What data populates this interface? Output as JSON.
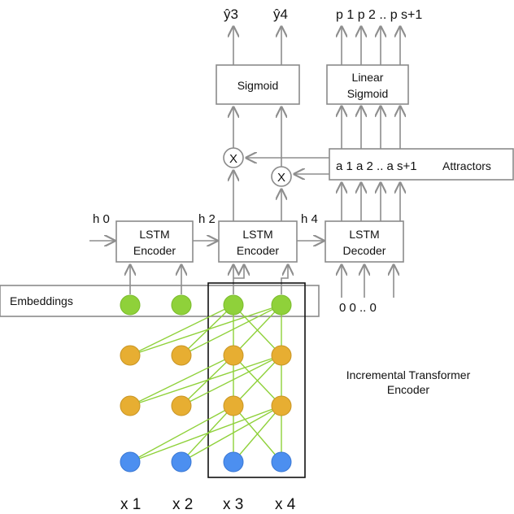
{
  "labels": {
    "y3": "ŷ3",
    "y4": "ŷ4",
    "p": "p 1 p 2 .. p s+1",
    "sigmoid": "Sigmoid",
    "linear_sigmoid_1": "Linear",
    "linear_sigmoid_2": "Sigmoid",
    "multiply": "X",
    "attractor_values": "a 1 a 2 .. a s+1",
    "attractors": "Attractors",
    "h0": "h 0",
    "h2": "h 2",
    "h4": "h 4",
    "lstm_encoder_1": "LSTM",
    "lstm_encoder_2": "Encoder",
    "lstm_decoder_1": "LSTM",
    "lstm_decoder_2": "Decoder",
    "embeddings": "Embeddings",
    "zeros": "0   0  ..  0",
    "transformer_1": "Incremental Transformer",
    "transformer_2": "Encoder",
    "x1": "x 1",
    "x2": "x 2",
    "x3": "x 3",
    "x4": "x 4"
  },
  "colors": {
    "green": "#8fd13a",
    "orange": "#e7ae32",
    "blue": "#4c8ff0",
    "box_stroke": "#8a8a8a"
  }
}
